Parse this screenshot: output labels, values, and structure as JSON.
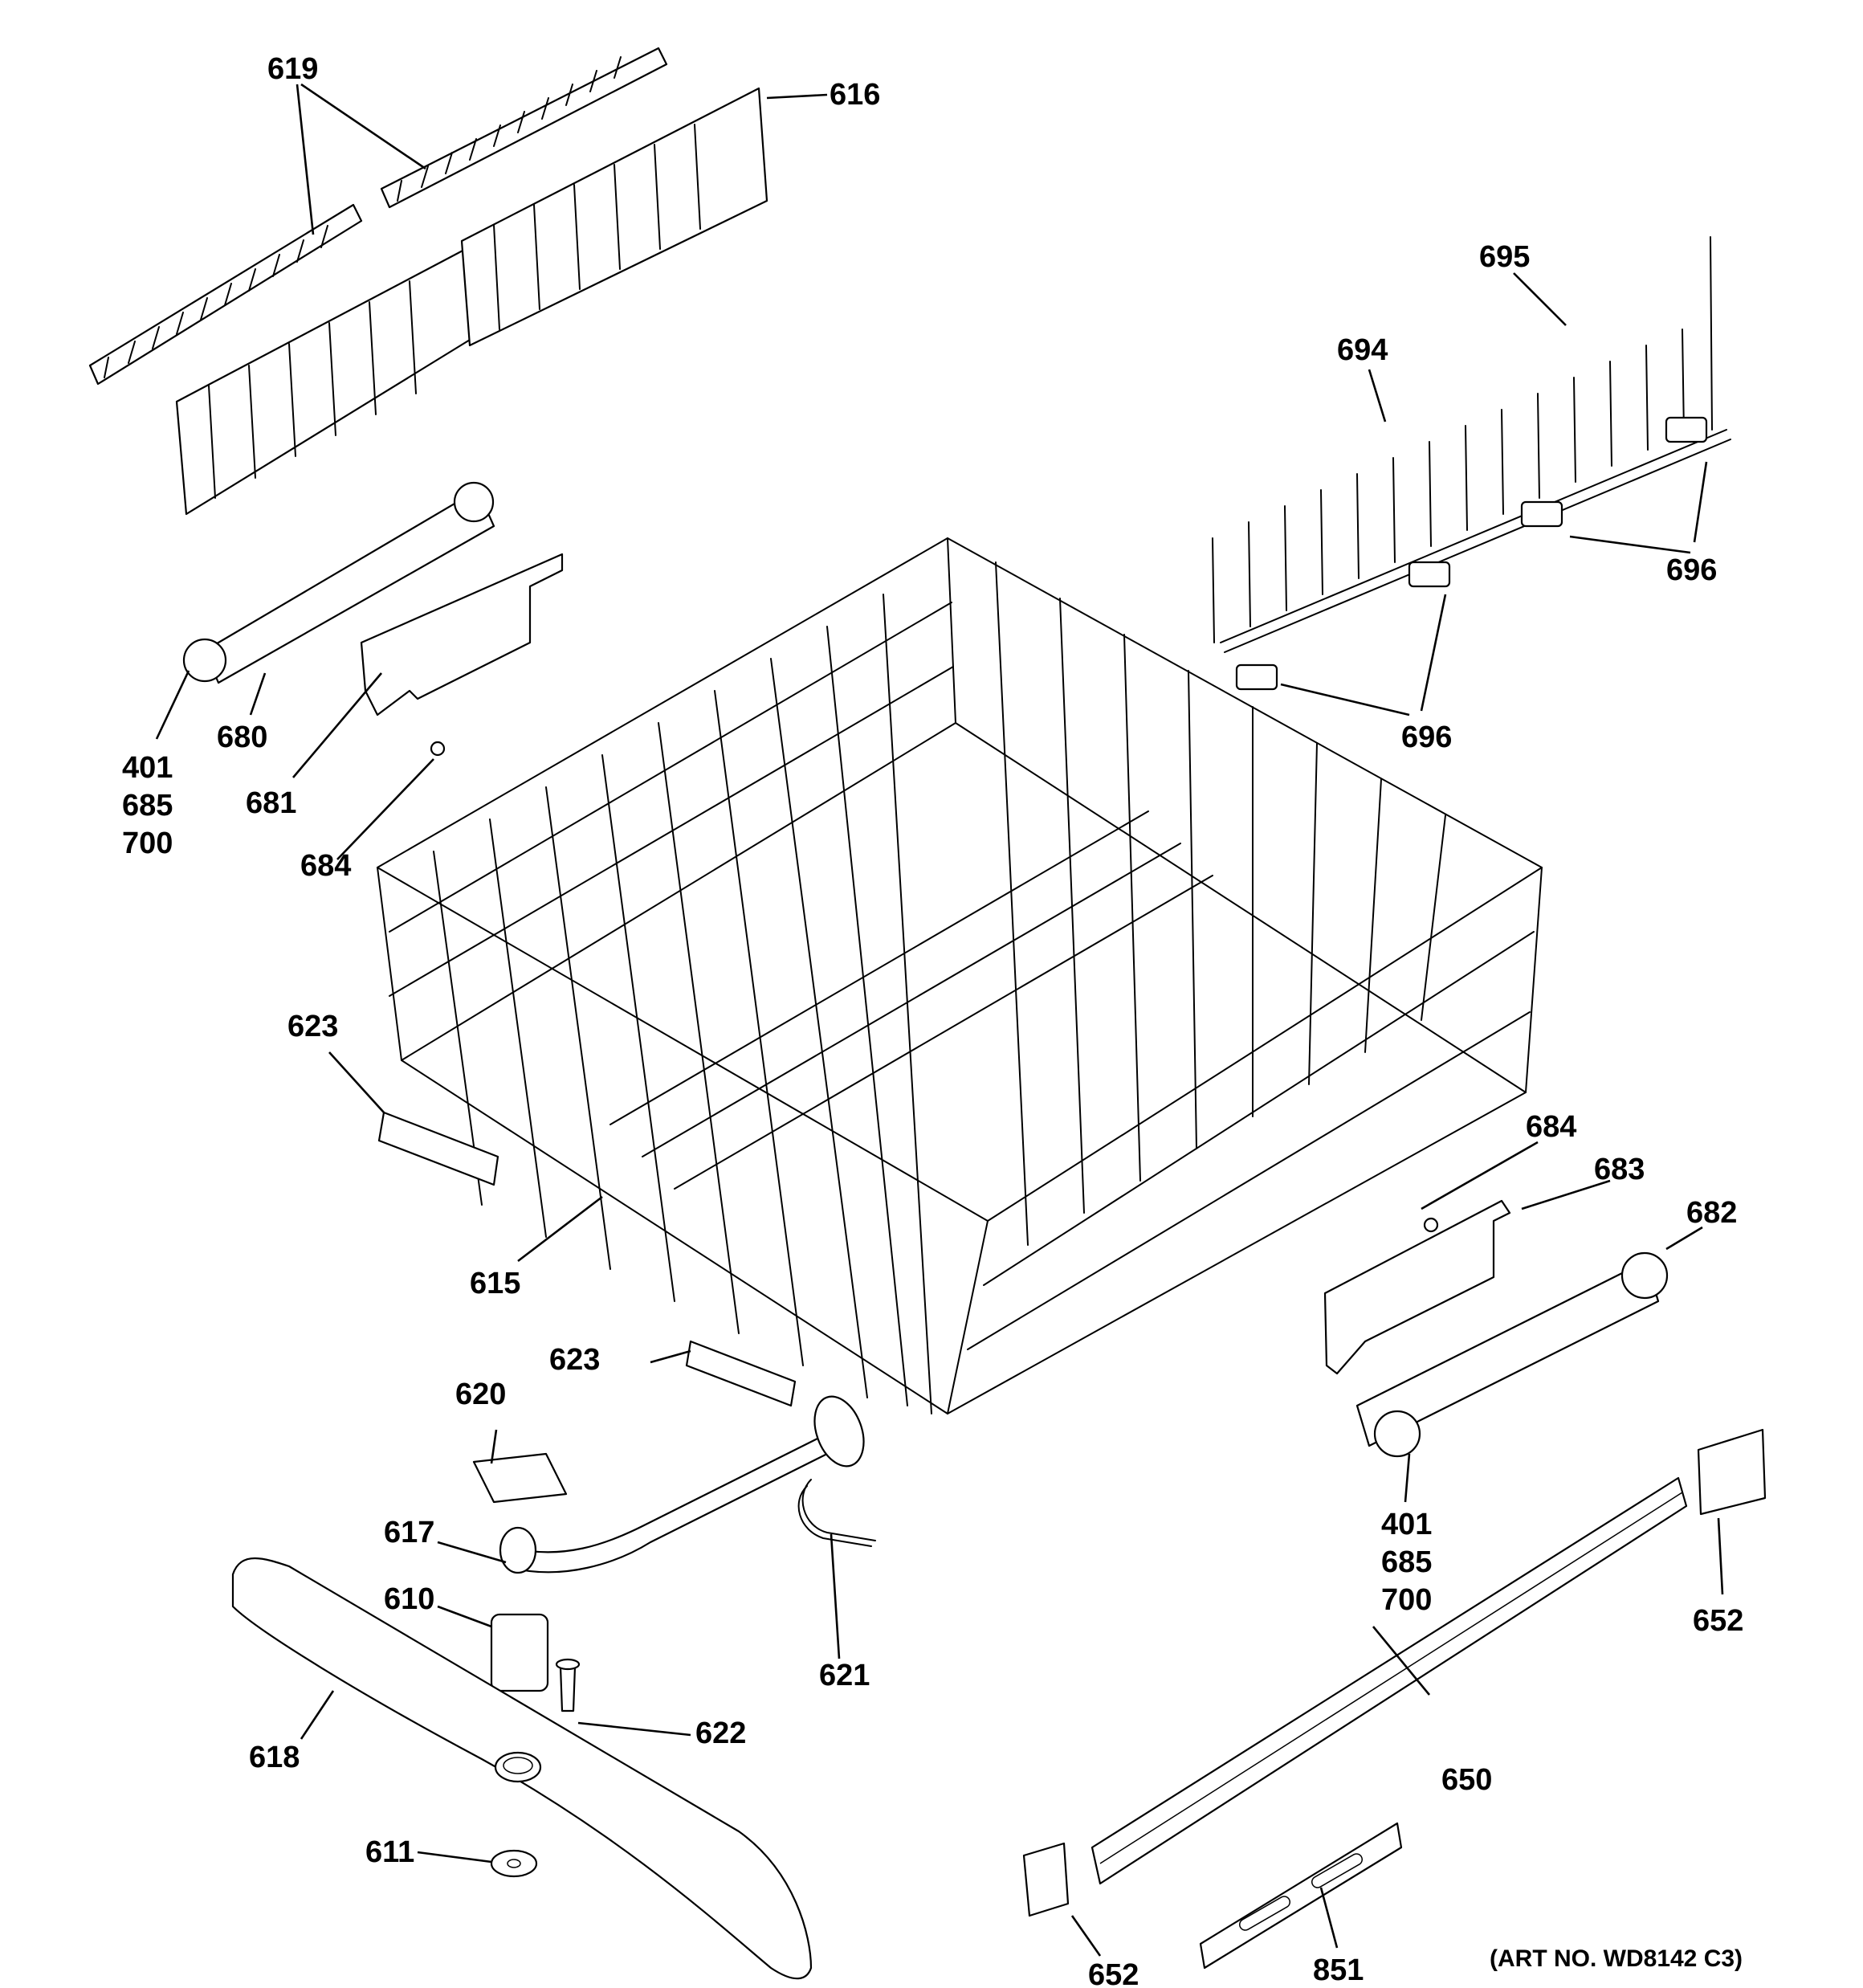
{
  "diagram": {
    "art_number": "(ART NO. WD8142 C3)",
    "labels": {
      "l619": "619",
      "l616": "616",
      "l695": "695",
      "l694": "694",
      "l696a": "696",
      "l696b": "696",
      "l401a": "401",
      "l685a": "685",
      "l700a": "700",
      "l680": "680",
      "l681": "681",
      "l684a": "684",
      "l623a": "623",
      "l615": "615",
      "l623b": "623",
      "l620": "620",
      "l617": "617",
      "l610": "610",
      "l621": "621",
      "l622": "622",
      "l618": "618",
      "l611": "611",
      "l684b": "684",
      "l683": "683",
      "l682": "682",
      "l401b": "401",
      "l685b": "685",
      "l700b": "700",
      "l652a": "652",
      "l650": "650",
      "l652b": "652",
      "l851": "851"
    }
  }
}
